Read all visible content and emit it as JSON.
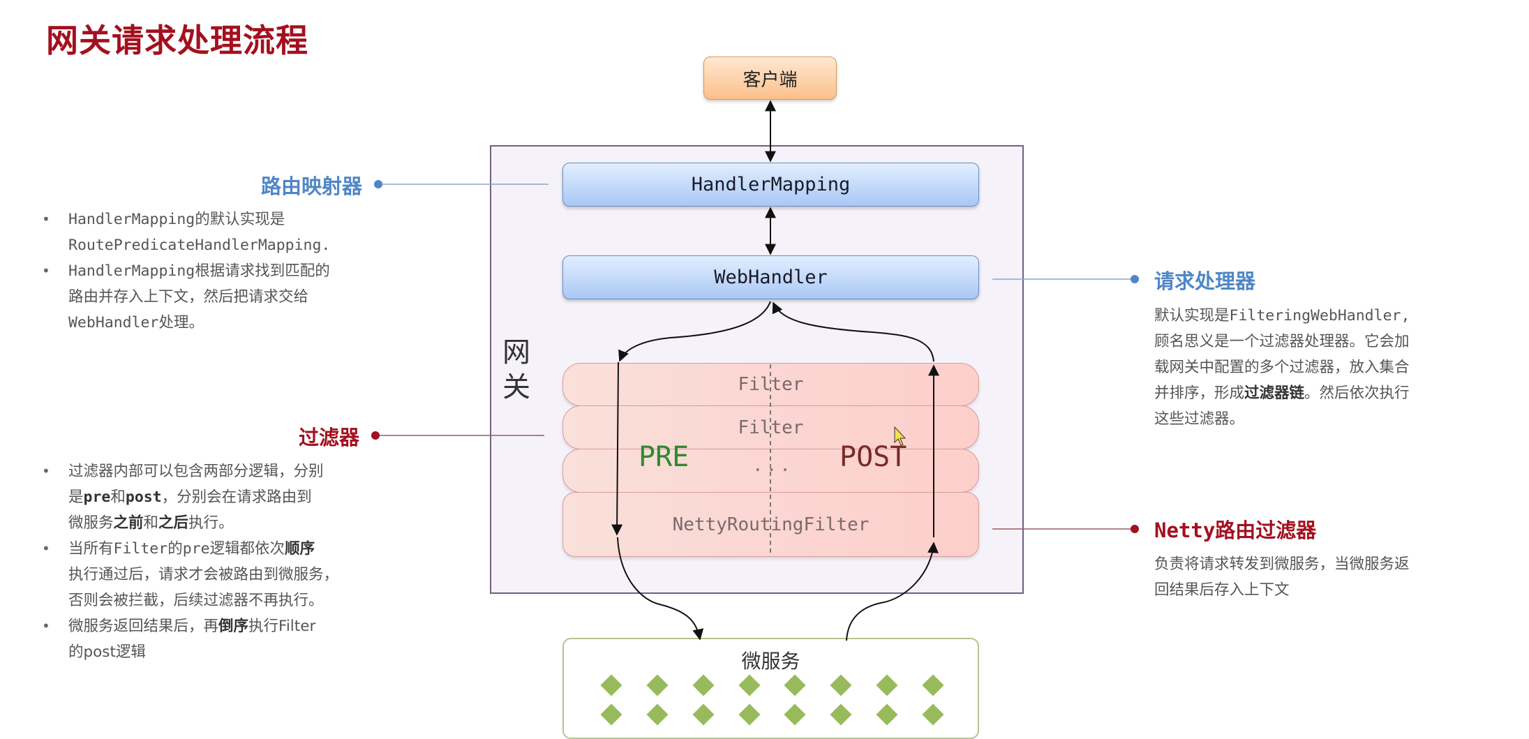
{
  "title": "网关请求处理流程",
  "diagram": {
    "client": "客户端",
    "gateway_label": [
      "网",
      "关"
    ],
    "handler_mapping": "HandlerMapping",
    "web_handler": "WebHandler",
    "filters": [
      "Filter",
      "Filter",
      "...",
      "NettyRoutingFilter"
    ],
    "pre_label": "PRE",
    "post_label": "POST",
    "microservice": {
      "title": "微服务",
      "instance_rows": 2,
      "instances_per_row": 8
    },
    "colors": {
      "client_fill": "#fbc08a",
      "handler_fill": "#a9c8f5",
      "filter_fill": "#fbd6d2",
      "gateway_frame": "#f6f2fa",
      "microservice_border": "#b6c58e",
      "instance_fill": "#97bb5b",
      "pre": "#2e8b2e",
      "post": "#7a2a2a"
    }
  },
  "callouts": {
    "route_mapper": {
      "title": "路由映射器",
      "color": "#4f86c6",
      "bullets": [
        [
          {
            "t": "HandlerMapping",
            "mono": true
          },
          {
            "t": "的默认实现是"
          },
          {
            "br": true
          },
          {
            "t": "RoutePredicateHandlerMapping.",
            "mono": true
          }
        ],
        [
          {
            "t": "HandlerMapping",
            "mono": true
          },
          {
            "t": "根据请求找到匹配的"
          },
          {
            "br": true
          },
          {
            "t": "路由并存入上下文，然后把请求交给"
          },
          {
            "br": true
          },
          {
            "t": "WebHandler",
            "mono": true
          },
          {
            "t": "处理。"
          }
        ]
      ]
    },
    "request_handler": {
      "title": "请求处理器",
      "color": "#4f86c6",
      "lines": [
        [
          {
            "t": "默认实现是"
          },
          {
            "t": "FilteringWebHandler,",
            "mono": true
          }
        ],
        [
          {
            "t": "顾名思义是一个过滤器处理器。它会加"
          }
        ],
        [
          {
            "t": "载网关中配置的多个过滤器，放入集合"
          }
        ],
        [
          {
            "t": "并排序，形成"
          },
          {
            "t": "过滤器链",
            "b": true
          },
          {
            "t": "。然后依次执行"
          }
        ],
        [
          {
            "t": "这些过滤器。"
          }
        ]
      ]
    },
    "filter": {
      "title": "过滤器",
      "color": "#a3101f",
      "bullets": [
        [
          {
            "t": "过滤器内部可以包含两部分逻辑，分别"
          },
          {
            "br": true
          },
          {
            "t": "是"
          },
          {
            "t": "pre",
            "b": true,
            "mono": true
          },
          {
            "t": "和"
          },
          {
            "t": "post",
            "b": true,
            "mono": true
          },
          {
            "t": "，分别会在请求路由到"
          },
          {
            "br": true
          },
          {
            "t": "微服务"
          },
          {
            "t": "之前",
            "b": true
          },
          {
            "t": "和"
          },
          {
            "t": "之后",
            "b": true
          },
          {
            "t": "执行。"
          }
        ],
        [
          {
            "t": "当所有"
          },
          {
            "t": "Filter",
            "mono": true
          },
          {
            "t": "的"
          },
          {
            "t": "pre",
            "mono": true
          },
          {
            "t": "逻辑都依次"
          },
          {
            "t": "顺序",
            "b": true
          },
          {
            "br": true
          },
          {
            "t": "执行通过后，请求才会被路由到微服务，"
          },
          {
            "br": true
          },
          {
            "t": "否则会被拦截，后续过滤器不再执行。"
          }
        ],
        [
          {
            "t": "微服务返回结果后，再"
          },
          {
            "t": "倒序",
            "b": true
          },
          {
            "t": "执行Filter"
          },
          {
            "br": true
          },
          {
            "t": "的post逻辑"
          }
        ]
      ]
    },
    "netty_filter": {
      "title": "Netty路由过滤器",
      "color": "#a3101f",
      "lines": [
        [
          {
            "t": "负责将请求转发到微服务，当微服务返"
          }
        ],
        [
          {
            "t": "回结果后存入上下文"
          }
        ]
      ]
    }
  }
}
